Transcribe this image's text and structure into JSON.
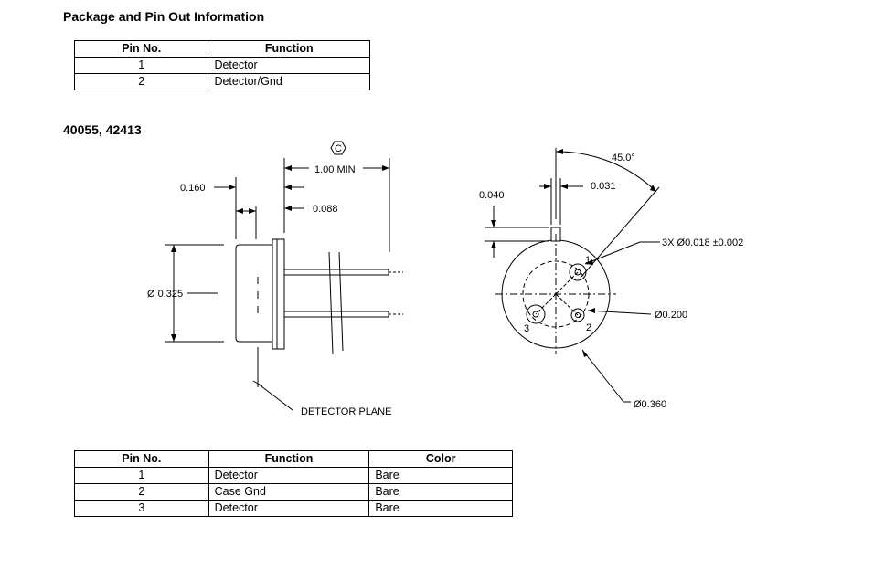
{
  "section_title": "Package and Pin Out Information",
  "table1": {
    "headers": [
      "Pin No.",
      "Function"
    ],
    "rows": [
      [
        "1",
        "Detector"
      ],
      [
        "2",
        "Detector/Gnd"
      ]
    ]
  },
  "part_numbers": "40055, 42413",
  "drawing": {
    "copyright_symbol": "C",
    "dim_lead_length": "1.00 MIN",
    "dim_cap_height": "0.160",
    "dim_flange": "0.088",
    "dim_diameter_side": "Ø 0.325",
    "detector_plane": "DETECTOR PLANE",
    "dim_tab_height": "0.040",
    "dim_tab_width": "0.031",
    "dim_angle": "45.0°",
    "dim_lead_dia": "3X Ø0.018 ±0.002",
    "dim_bolt_circle": "Ø0.200",
    "dim_outer_dia": "Ø0.360",
    "pin_label_1": "1",
    "pin_label_2": "2",
    "pin_label_3": "3"
  },
  "table2": {
    "headers": [
      "Pin No.",
      "Function",
      "Color"
    ],
    "rows": [
      [
        "1",
        "Detector",
        "Bare"
      ],
      [
        "2",
        "Case Gnd",
        "Bare"
      ],
      [
        "3",
        "Detector",
        "Bare"
      ]
    ]
  }
}
